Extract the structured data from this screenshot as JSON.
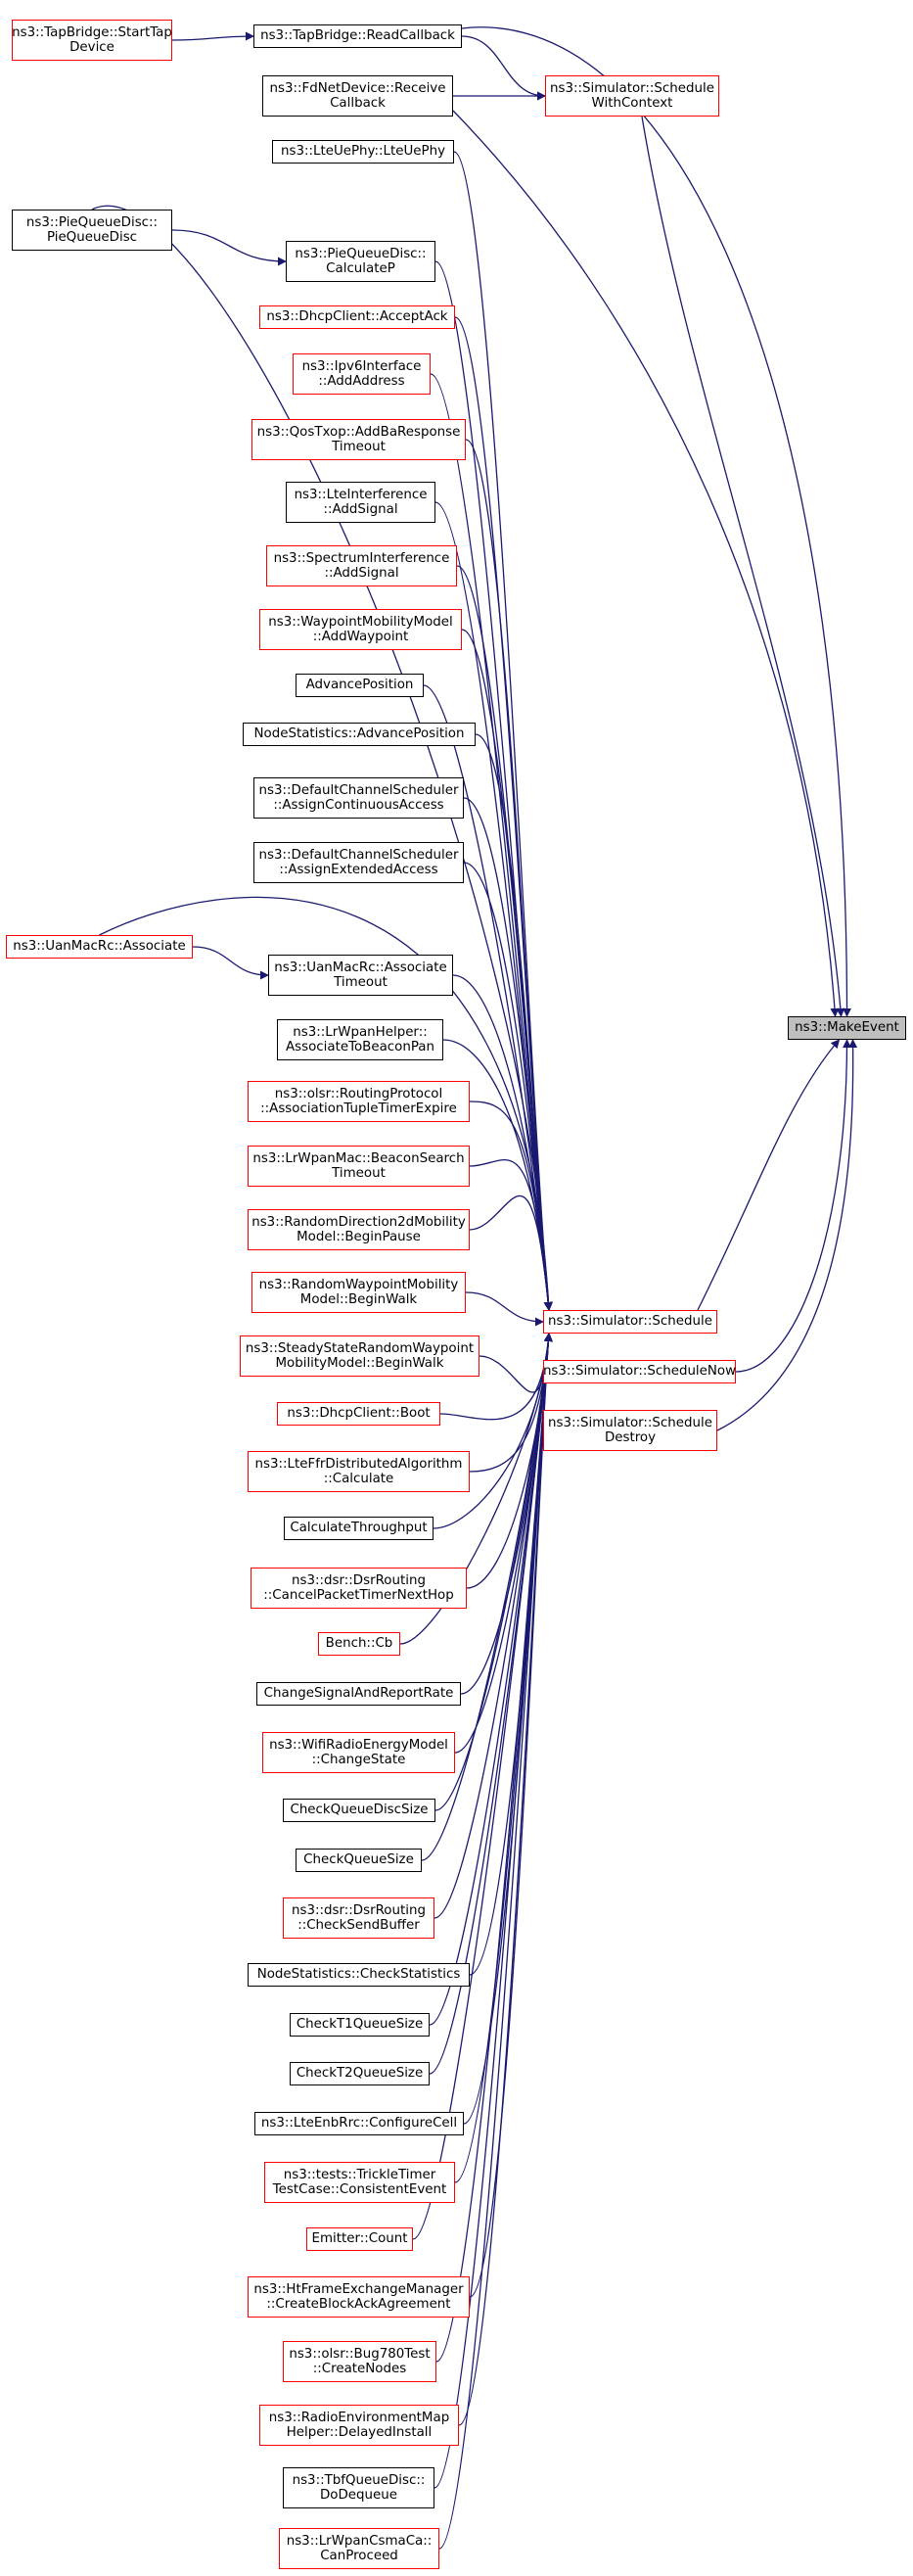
{
  "colors": {
    "edge": "#191970",
    "border_black": "#000000",
    "border_red": "#ff0000",
    "focus_fill": "#bfbfbf"
  },
  "nodes": {
    "make_event": "ns3::MakeEvent",
    "schedule": "ns3::Simulator::Schedule",
    "schedule_with_context": "ns3::Simulator::Schedule\nWithContext",
    "schedule_now": "ns3::Simulator::ScheduleNow",
    "schedule_destroy": "ns3::Simulator::Schedule\nDestroy",
    "tapbridge_start": "ns3::TapBridge::StartTap\nDevice",
    "tapbridge_read": "ns3::TapBridge::ReadCallback",
    "fdnet_receive": "ns3::FdNetDevice::Receive\nCallback",
    "lteuephy": "ns3::LteUePhy::LteUePhy",
    "piequeuedisc_ctor": "ns3::PieQueueDisc::\nPieQueueDisc",
    "piequeuedisc_calc": "ns3::PieQueueDisc::\nCalculateP",
    "dhcp_accept": "ns3::DhcpClient::AcceptAck",
    "ipv6_addaddress": "ns3::Ipv6Interface\n::AddAddress",
    "qostxop": "ns3::QosTxop::AddBaResponse\nTimeout",
    "lteinterference": "ns3::LteInterference\n::AddSignal",
    "spectrum_interference": "ns3::SpectrumInterference\n::AddSignal",
    "waypoint_add": "ns3::WaypointMobilityModel\n::AddWaypoint",
    "advance_position": "AdvancePosition",
    "nodestats_advance": "NodeStatistics::AdvancePosition",
    "dcs_continuous": "ns3::DefaultChannelScheduler\n::AssignContinuousAccess",
    "dcs_extended": "ns3::DefaultChannelScheduler\n::AssignExtendedAccess",
    "uanmacrc_associate": "ns3::UanMacRc::Associate",
    "uanmacrc_timeout": "ns3::UanMacRc::Associate\nTimeout",
    "lrwpan_associate": "ns3::LrWpanHelper::\nAssociateToBeaconPan",
    "olsr_association": "ns3::olsr::RoutingProtocol\n::AssociationTupleTimerExpire",
    "lrwpanmac_beacon": "ns3::LrWpanMac::BeaconSearch\nTimeout",
    "randdir_pause": "ns3::RandomDirection2dMobility\nModel::BeginPause",
    "randwaypoint_walk": "ns3::RandomWaypointMobility\nModel::BeginWalk",
    "steadystate_walk": "ns3::SteadyStateRandomWaypoint\nMobilityModel::BeginWalk",
    "dhcp_boot": "ns3::DhcpClient::Boot",
    "lteffr_calc": "ns3::LteFfrDistributedAlgorithm\n::Calculate",
    "calc_throughput": "CalculateThroughput",
    "dsr_cancel": "ns3::dsr::DsrRouting\n::CancelPacketTimerNextHop",
    "bench_cb": "Bench::Cb",
    "change_signal": "ChangeSignalAndReportRate",
    "wifiradio_change": "ns3::WifiRadioEnergyModel\n::ChangeState",
    "check_qdisc": "CheckQueueDiscSize",
    "check_queue": "CheckQueueSize",
    "dsr_checksend": "ns3::dsr::DsrRouting\n::CheckSendBuffer",
    "nodestats_check": "NodeStatistics::CheckStatistics",
    "check_t1": "CheckT1QueueSize",
    "check_t2": "CheckT2QueueSize",
    "lteenbrrc_config": "ns3::LteEnbRrc::ConfigureCell",
    "trickle_consistent": "ns3::tests::TrickleTimer\nTestCase::ConsistentEvent",
    "emitter_count": "Emitter::Count",
    "htframe_blockack": "ns3::HtFrameExchangeManager\n::CreateBlockAckAgreement",
    "olsr_bug780": "ns3::olsr::Bug780Test\n::CreateNodes",
    "rem_install": "ns3::RadioEnvironmentMap\nHelper::DelayedInstall",
    "tbf_dequeue": "ns3::TbfQueueDisc::\nDoDequeue",
    "lrwpancsma_proceed": "ns3::LrWpanCsmaCa::\nCanProceed"
  }
}
